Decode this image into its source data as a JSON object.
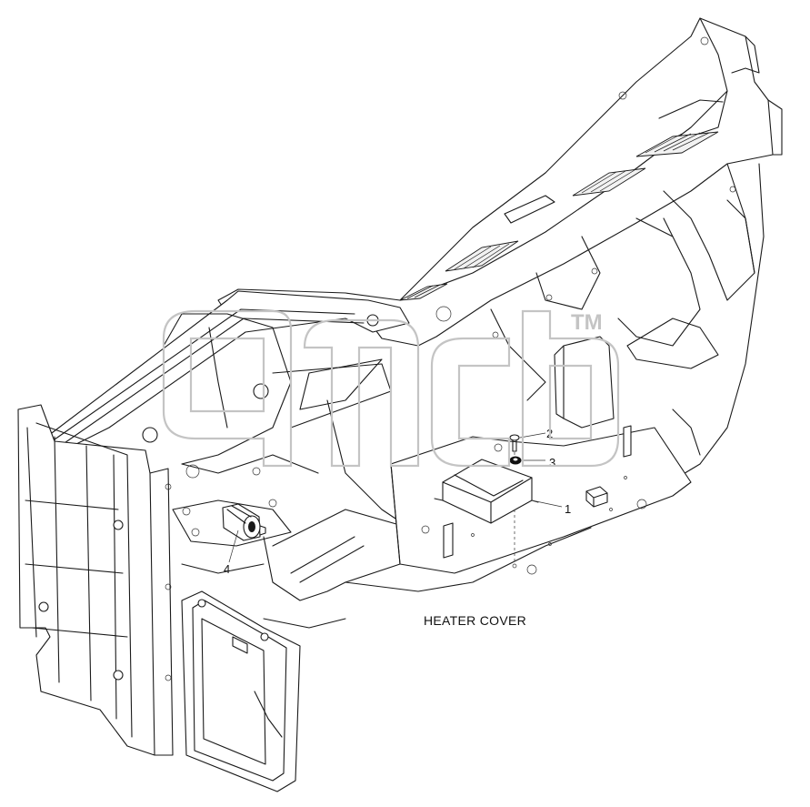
{
  "diagram": {
    "caption": "HEATER COVER",
    "corner_tag": "",
    "callouts": [
      {
        "id": "1",
        "label": "1"
      },
      {
        "id": "2",
        "label": "2"
      },
      {
        "id": "3",
        "label": "3"
      },
      {
        "id": "4",
        "label": "4"
      }
    ],
    "watermark": {
      "mark": "TM"
    }
  }
}
